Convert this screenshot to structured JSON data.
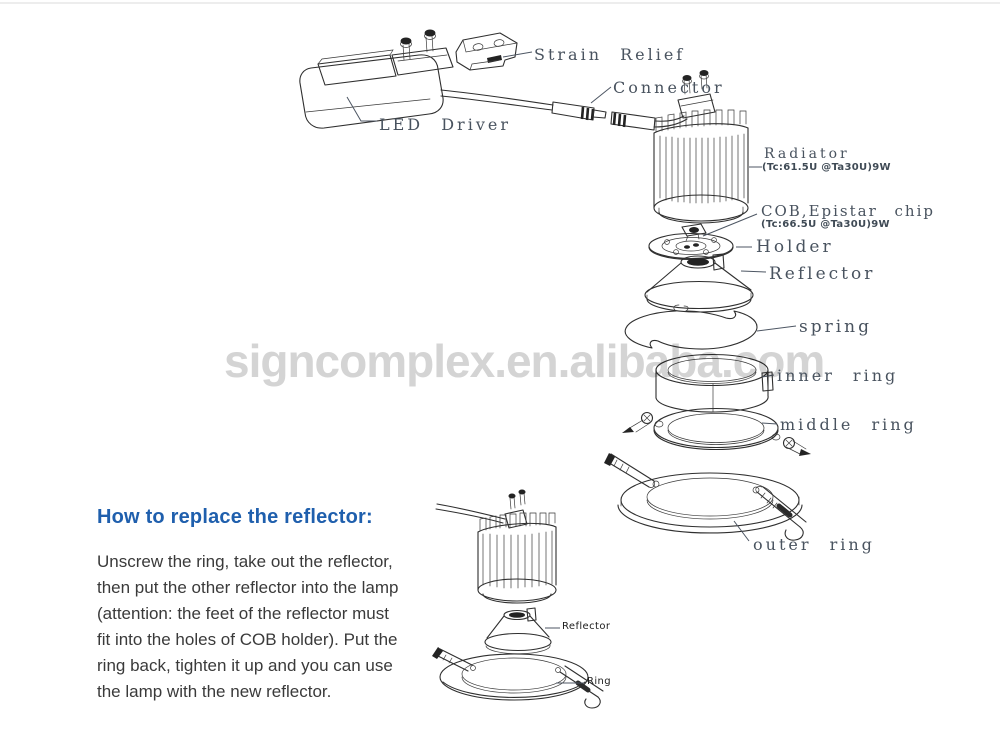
{
  "page": {
    "watermark": "signcomplex.en.alibaba.com"
  },
  "exploded_view": {
    "labels": {
      "strain_relief": "Strain Relief",
      "connector": "Connector",
      "led_driver": "LED Driver",
      "radiator": "Radiator",
      "radiator_spec": "(Tc:61.5U @Ta30U)9W",
      "cob": "COB,Epistar chip",
      "cob_spec": "(Tc:66.5U @Ta30U)9W",
      "holder": "Holder",
      "reflector": "Reflector",
      "spring": "spring",
      "inner_ring": "inner ring",
      "middle_ring": "middle ring",
      "outer_ring": "outer ring"
    }
  },
  "howto": {
    "title": "How to replace the reflector:",
    "body": "Unscrew the ring, take out the reflector,\nthen put the other reflector into the lamp\n(attention: the feet of the reflector must\nfit into the holes of COB holder). Put the\nring back, tighten it up and you can use\nthe lamp with the new reflector."
  },
  "replacement_view": {
    "labels": {
      "reflector": "Reflector",
      "ring": "Ring"
    }
  },
  "colors": {
    "label_text": "#49535f",
    "heading": "#1f5fad",
    "body_text": "#3a3a3a",
    "watermark": "#d4d4d4",
    "line_art": "#2f2f2f"
  }
}
